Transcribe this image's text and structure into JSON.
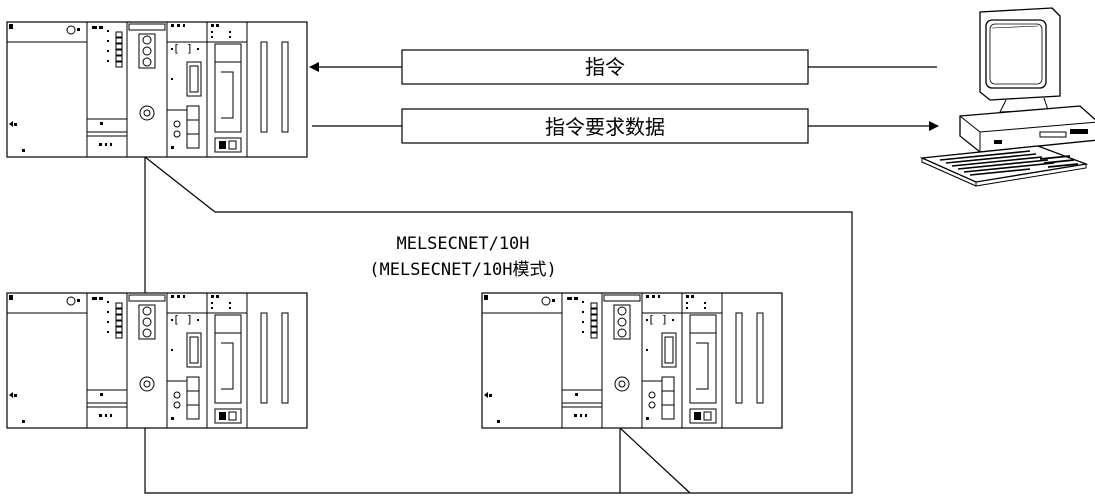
{
  "diagram": {
    "messages": {
      "command": "指令",
      "command_request_data": "指令要求数据"
    },
    "network": {
      "name": "MELSECNET/10H",
      "mode": "(MELSECNET/10H模式)"
    }
  }
}
